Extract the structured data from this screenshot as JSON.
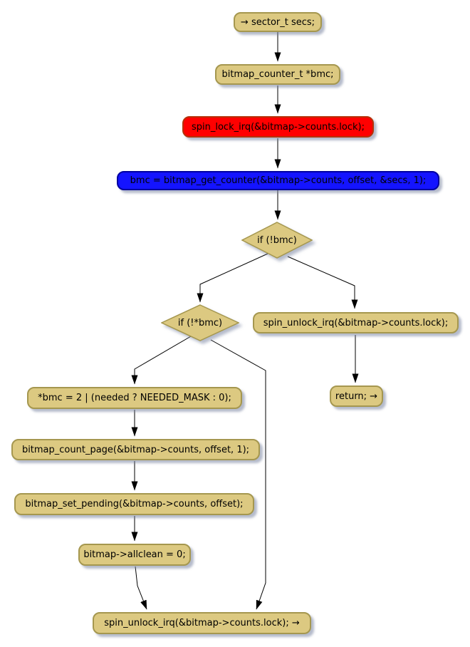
{
  "diagram": {
    "kind": "activity-flowchart",
    "nodes": {
      "declare_secs": {
        "label": "→ sector_t secs;",
        "shape": "rounded-box"
      },
      "declare_bmc": {
        "label": "bitmap_counter_t *bmc;",
        "shape": "rounded-box"
      },
      "spin_lock": {
        "label": "spin_lock_irq(&bitmap->counts.lock);",
        "shape": "rounded-box",
        "fill": "#ff0000"
      },
      "get_counter": {
        "label": "bmc = bitmap_get_counter(&bitmap->counts, offset, &secs, 1);",
        "shape": "rounded-box",
        "fill": "#1414ff"
      },
      "if_not_bmc": {
        "label": "if (!bmc)",
        "shape": "diamond"
      },
      "if_not_star_bmc": {
        "label": "if (!*bmc)",
        "shape": "diamond"
      },
      "spin_unlock_right": {
        "label": "spin_unlock_irq(&bitmap->counts.lock);",
        "shape": "rounded-box"
      },
      "return_stmt": {
        "label": "return; →",
        "shape": "rounded-box"
      },
      "bmc_assign": {
        "label": "*bmc = 2 | (needed ? NEEDED_MASK : 0);",
        "shape": "rounded-box"
      },
      "count_page": {
        "label": "bitmap_count_page(&bitmap->counts, offset, 1);",
        "shape": "rounded-box"
      },
      "set_pending": {
        "label": "bitmap_set_pending(&bitmap->counts, offset);",
        "shape": "rounded-box"
      },
      "allclean": {
        "label": "bitmap->allclean = 0;",
        "shape": "rounded-box"
      },
      "spin_unlock_bottom": {
        "label": "spin_unlock_irq(&bitmap->counts.lock); →",
        "shape": "rounded-box"
      }
    },
    "edges": [
      {
        "from": "declare_secs",
        "to": "declare_bmc"
      },
      {
        "from": "declare_bmc",
        "to": "spin_lock"
      },
      {
        "from": "spin_lock",
        "to": "get_counter"
      },
      {
        "from": "get_counter",
        "to": "if_not_bmc"
      },
      {
        "from": "if_not_bmc",
        "to": "if_not_star_bmc"
      },
      {
        "from": "if_not_bmc",
        "to": "spin_unlock_right"
      },
      {
        "from": "spin_unlock_right",
        "to": "return_stmt"
      },
      {
        "from": "if_not_star_bmc",
        "to": "bmc_assign"
      },
      {
        "from": "if_not_star_bmc",
        "to": "spin_unlock_bottom"
      },
      {
        "from": "bmc_assign",
        "to": "count_page"
      },
      {
        "from": "count_page",
        "to": "set_pending"
      },
      {
        "from": "set_pending",
        "to": "allclean"
      },
      {
        "from": "allclean",
        "to": "spin_unlock_bottom"
      }
    ],
    "colors": {
      "node_fill": "#dcc981",
      "node_border": "#a5974f",
      "highlight_red_fill": "#ff0000",
      "highlight_red_border": "#b5320a",
      "highlight_blue_fill": "#1414ff",
      "highlight_blue_border": "#0000a0",
      "edge": "#000000",
      "shadow": "#7883a0",
      "background": "#ffffff",
      "text": "#000000"
    }
  }
}
